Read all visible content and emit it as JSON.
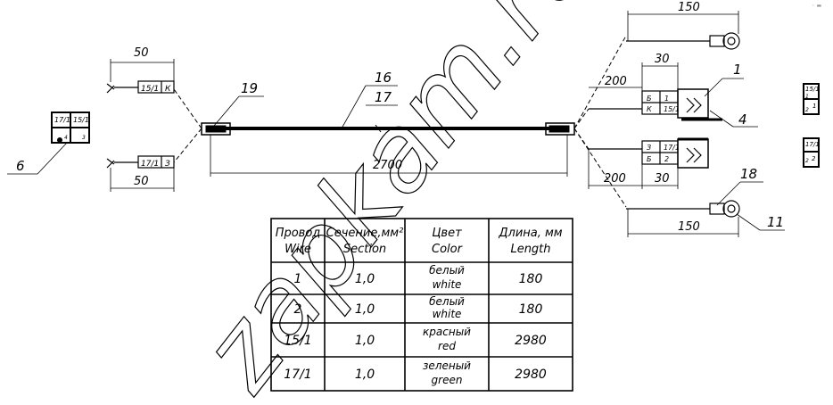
{
  "watermark": "zapkam.ru",
  "dims": {
    "top_left": "50",
    "bottom_left": "50",
    "main_length": "2700",
    "top_right_200": "200",
    "top_right_30": "30",
    "bottom_right_200": "200",
    "bottom_right_30": "30",
    "top_150": "150",
    "bottom_150": "150"
  },
  "callouts": {
    "c1": "1",
    "c4": "4",
    "c6": "6",
    "c11": "11",
    "c16": "16",
    "c17": "17",
    "c18": "18",
    "c19": "19"
  },
  "left_connectors": {
    "top": [
      "15/1",
      "К"
    ],
    "bottom": [
      "17/1",
      "З"
    ],
    "block": [
      "17/1",
      "15/1",
      "4",
      "3"
    ]
  },
  "right_connectors": {
    "top": [
      "Б",
      "1",
      "К",
      "15/1"
    ],
    "bottom": [
      "З",
      "17/1",
      "Б",
      "2"
    ],
    "pin_top": [
      "15/1",
      "1",
      "2",
      "1"
    ],
    "pin_bottom": [
      "17/1",
      "2",
      "2"
    ]
  },
  "table": {
    "headers": [
      [
        "Провод",
        "Wire"
      ],
      [
        "Сечение,мм²",
        "Section"
      ],
      [
        "Цвет",
        "Color"
      ],
      [
        "Длина, мм",
        "Length"
      ]
    ],
    "rows": [
      {
        "wire": "1",
        "section": "1,0",
        "color_ru": "белый",
        "color_en": "white",
        "length": "180"
      },
      {
        "wire": "2",
        "section": "1,0",
        "color_ru": "белый",
        "color_en": "white",
        "length": "180"
      },
      {
        "wire": "15/1",
        "section": "1,0",
        "color_ru": "красный",
        "color_en": "red",
        "length": "2980"
      },
      {
        "wire": "17/1",
        "section": "1,0",
        "color_ru": "зеленый",
        "color_en": "green",
        "length": "2980"
      }
    ]
  },
  "corner_mark": "◦ ▬"
}
